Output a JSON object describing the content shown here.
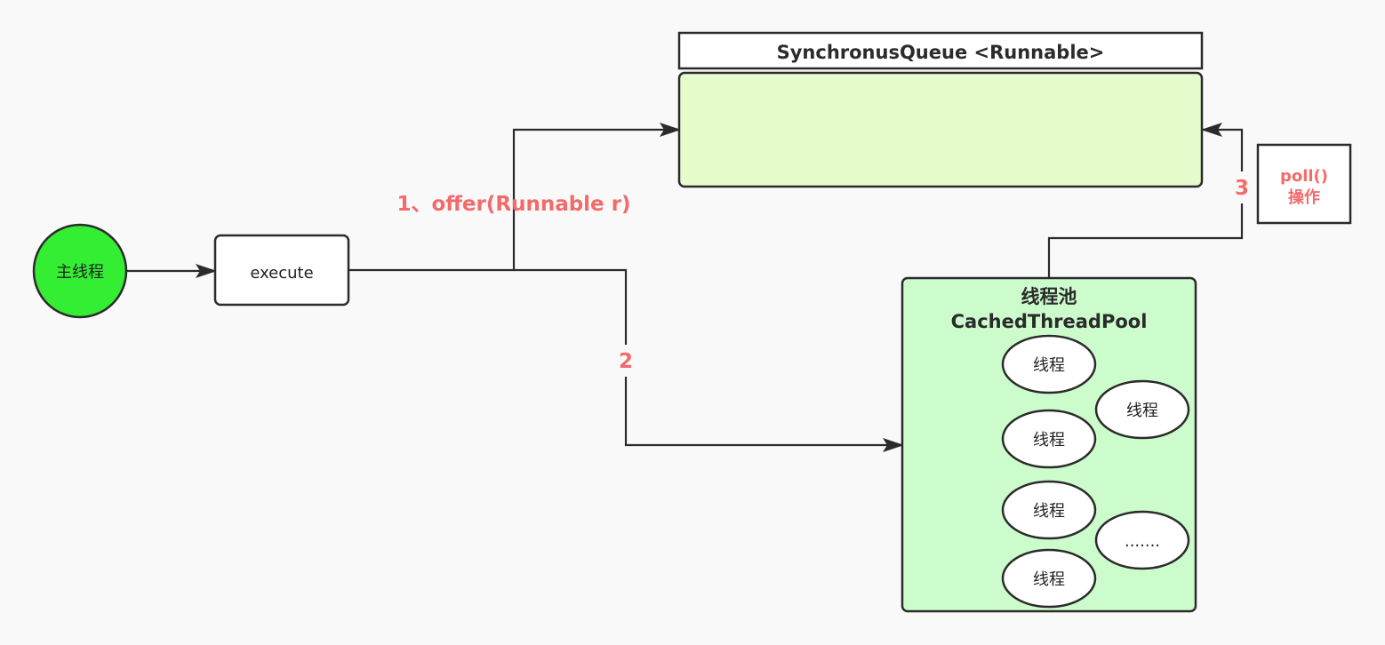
{
  "colors": {
    "background": "#f9f9f9",
    "stroke": "#2b2b2b",
    "main_thread_fill": "#33ee33",
    "queue_fill": "#e6fccc",
    "pool_fill": "#ccfccc",
    "box_fill": "#ffffff",
    "step_text": "#f26b6b"
  },
  "main_thread": {
    "label": "主线程"
  },
  "execute": {
    "label": "execute"
  },
  "queue": {
    "title": "SynchronusQueue <Runnable>"
  },
  "pool": {
    "title_line1": "线程池",
    "title_line2": "CachedThreadPool",
    "threads": [
      "线程",
      "线程",
      "线程",
      "线程",
      "线程"
    ],
    "more": "......."
  },
  "steps": {
    "offer": "1、offer(Runnable r)",
    "direct": "2",
    "poll_number": "3",
    "poll_line1": "poll()",
    "poll_line2": "操作"
  }
}
